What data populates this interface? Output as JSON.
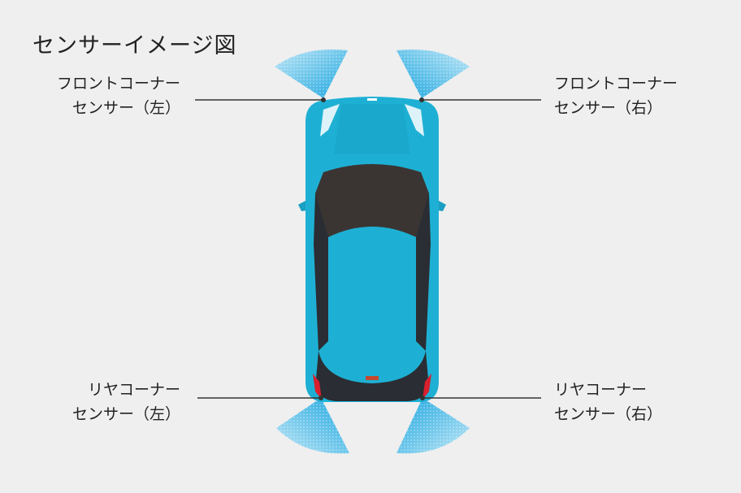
{
  "title": "センサーイメージ図",
  "sensors": {
    "front_left": {
      "line1": "フロントコーナー",
      "line2": "センサー（左）"
    },
    "front_right": {
      "line1": "フロントコーナー",
      "line2": "センサー（右）"
    },
    "rear_left": {
      "line1": "リヤコーナー",
      "line2": "センサー（左）"
    },
    "rear_right": {
      "line1": "リヤコーナー",
      "line2": "センサー（右）"
    }
  },
  "colors": {
    "background": "#efefef",
    "car_body": "#1eb0d4",
    "roof": "#3a3533",
    "sensor_beam": "#3ab8e6",
    "tail_light": "#d8202e",
    "leader_line": "#333333"
  }
}
